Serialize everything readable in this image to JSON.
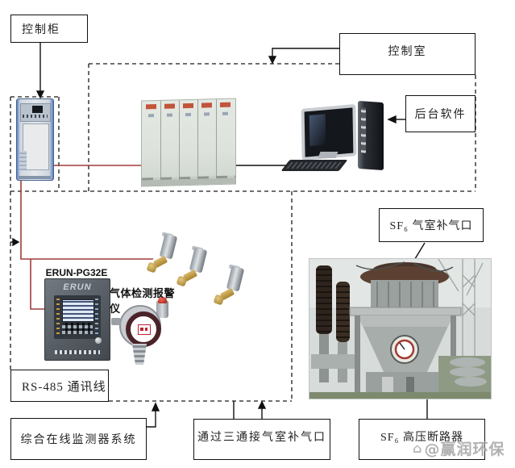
{
  "labels": {
    "control_cabinet": "控制柜",
    "control_room": "控制室",
    "backend_software": "后台软件",
    "sf6_gas_port": "SF₆ 气室补气口",
    "device_model": "ERUN-PG32E",
    "gas_detector": "气体检测报警仪",
    "rs485_line": "RS-485 通讯线",
    "monitoring_system": "综合在线监测器系统",
    "tee_connection": "通过三通接气室补气口",
    "sf6_breaker": "SF₆ 高压断路器"
  },
  "device": {
    "logo": "ERUN"
  },
  "watermark": {
    "logo_glyph": "⌂",
    "text": "@赢润环保"
  },
  "colors": {
    "wire_red": "#a03b3b",
    "line_black": "#1a1a1a",
    "cabinet_blue": "#5b82c0"
  }
}
